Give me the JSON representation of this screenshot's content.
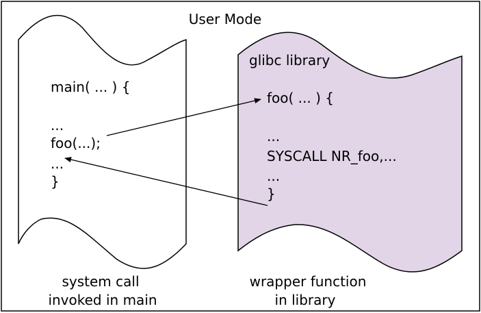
{
  "frame": {
    "title": "User Mode"
  },
  "left_doc": {
    "lines": [
      "main( ... ) {",
      "...",
      "foo(...);",
      "...",
      "}"
    ],
    "caption": [
      "system call",
      "invoked in main"
    ]
  },
  "right_doc": {
    "fill": "#e1d5e7",
    "title": "glibc library",
    "lines": [
      "foo( ... ) {",
      "...",
      "SYSCALL NR_foo,...",
      "...",
      "}"
    ],
    "caption": [
      "wrapper function",
      "in library"
    ]
  },
  "arrows": [
    {
      "from": "foo(...);",
      "to": "foo( ... ) {"
    },
    {
      "from": "}",
      "to": "..."
    }
  ]
}
